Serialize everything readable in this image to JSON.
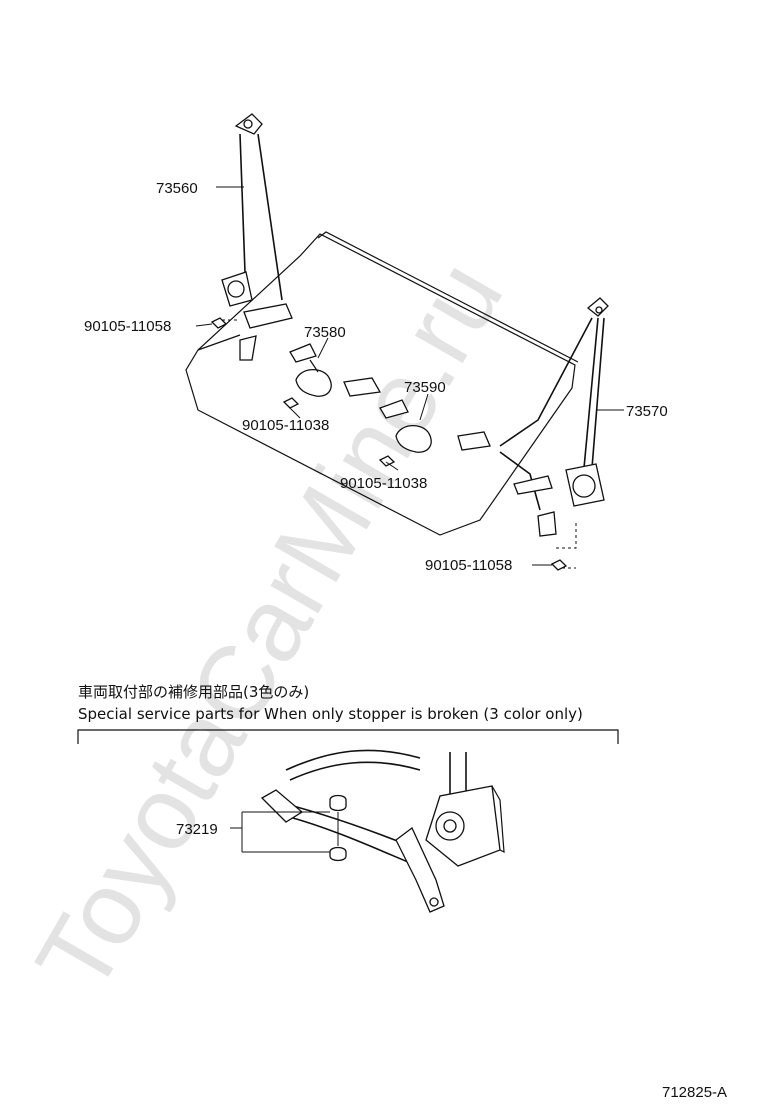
{
  "watermark": "ToyotaCarMine.ru",
  "part_numbers": {
    "belt_left": "73560",
    "belt_right": "73570",
    "buckle_a": "73580",
    "buckle_b": "73590",
    "stopper": "73219"
  },
  "bolt_labels": {
    "bolt_left": "90105-11058",
    "bolt_mid_a": "90105-11038",
    "bolt_mid_b": "90105-11038",
    "bolt_right": "90105-11058"
  },
  "note": {
    "japanese": "車両取付部の補修用部品(3色のみ)",
    "english": "Special service parts for When only stopper is broken (3 color only)"
  },
  "figure_code": "712825-A"
}
